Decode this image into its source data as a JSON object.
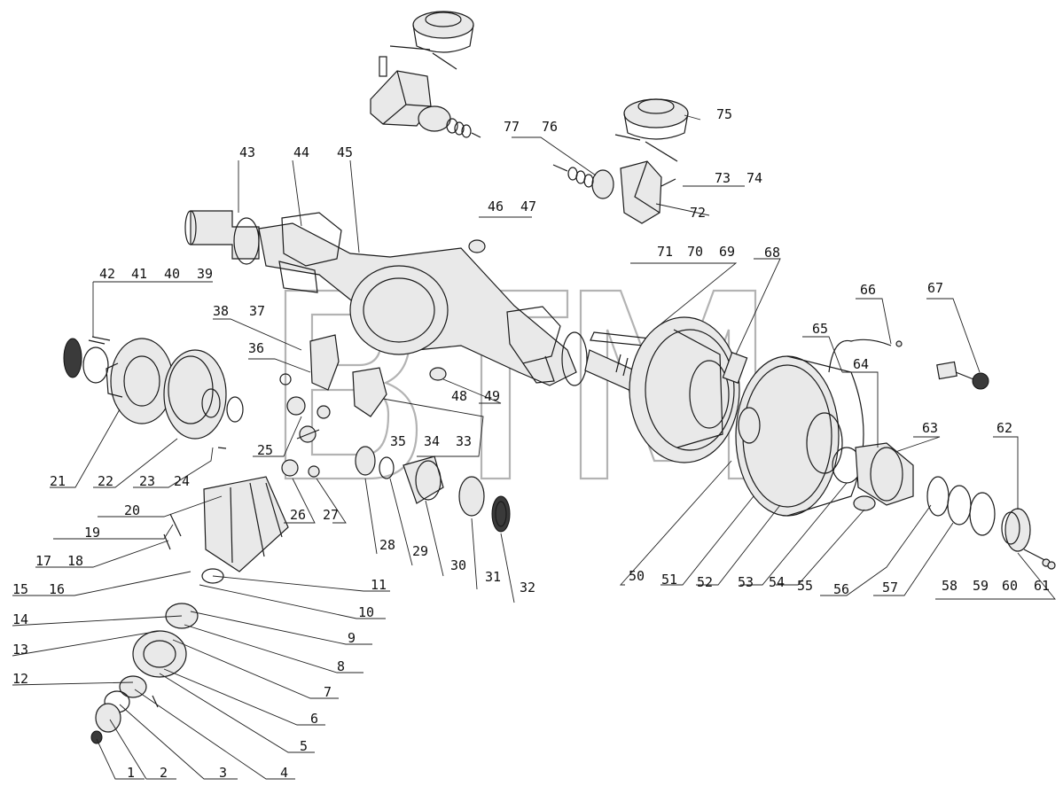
{
  "diagram": {
    "type": "exploded-parts-diagram",
    "watermark": {
      "mark": "BTM",
      "trademark_symbol": "®",
      "color": "#9a9a9a"
    },
    "part_numbers": [
      "1",
      "2",
      "3",
      "4",
      "5",
      "6",
      "7",
      "8",
      "9",
      "10",
      "11",
      "12",
      "13",
      "14",
      "15",
      "16",
      "17",
      "18",
      "19",
      "20",
      "21",
      "22",
      "23",
      "24",
      "25",
      "26",
      "27",
      "28",
      "29",
      "30",
      "31",
      "32",
      "33",
      "34",
      "35",
      "36",
      "37",
      "38",
      "39",
      "40",
      "41",
      "42",
      "43",
      "44",
      "45",
      "46",
      "47",
      "48",
      "49",
      "50",
      "51",
      "52",
      "53",
      "54",
      "55",
      "56",
      "57",
      "58",
      "59",
      "60",
      "61",
      "62",
      "63",
      "64",
      "65",
      "66",
      "67",
      "68",
      "69",
      "70",
      "71",
      "72",
      "73",
      "74",
      "75",
      "76",
      "77"
    ]
  }
}
